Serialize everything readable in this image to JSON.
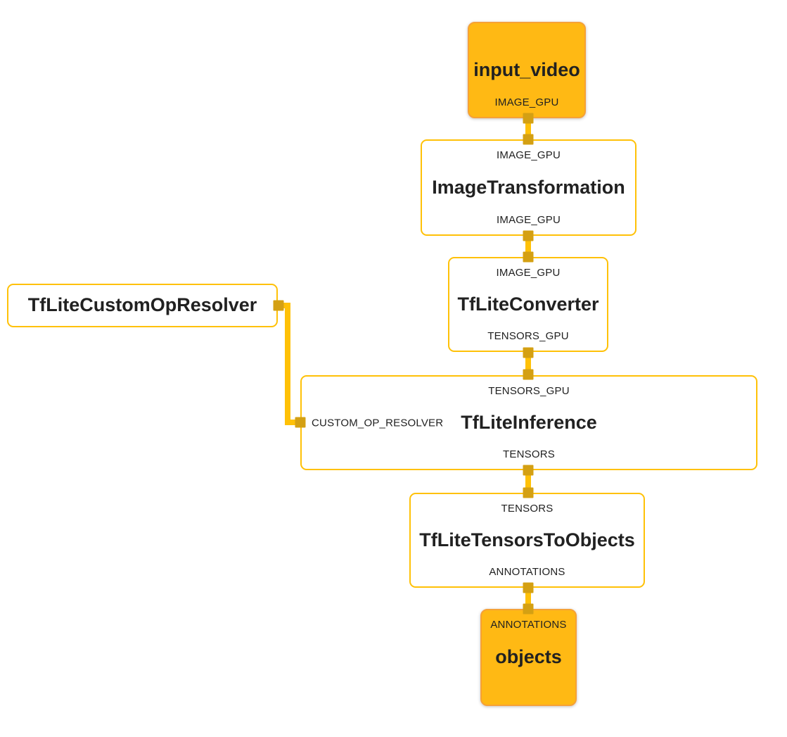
{
  "colors": {
    "edge": "#FFC107",
    "port": "#D4A013",
    "node_border": "#FFC107",
    "stream_node_fill": "#FFB914",
    "stream_node_border": "#F6A136",
    "text": "#212121",
    "background": "#FFFFFF"
  },
  "nodes": {
    "input_video": {
      "type": "input-stream",
      "title": "input_video",
      "output_label": "IMAGE_GPU"
    },
    "image_transformation": {
      "type": "calculator",
      "input_label": "IMAGE_GPU",
      "title": "ImageTransformation",
      "output_label": "IMAGE_GPU"
    },
    "tflite_converter": {
      "type": "calculator",
      "input_label": "IMAGE_GPU",
      "title": "TfLiteConverter",
      "output_label": "TENSORS_GPU"
    },
    "tflite_custom_op_resolver": {
      "type": "calculator",
      "title": "TfLiteCustomOpResolver"
    },
    "tflite_inference": {
      "type": "calculator",
      "input_label": "TENSORS_GPU",
      "side_input_label": "CUSTOM_OP_RESOLVER",
      "title": "TfLiteInference",
      "output_label": "TENSORS"
    },
    "tflite_tensors_to_objects": {
      "type": "calculator",
      "input_label": "TENSORS",
      "title": "TfLiteTensorsToObjects",
      "output_label": "ANNOTATIONS"
    },
    "objects": {
      "type": "output-stream",
      "input_label": "ANNOTATIONS",
      "title": "objects"
    }
  },
  "edges": [
    {
      "from": "input_video",
      "to": "ImageTransformation",
      "stream": "IMAGE_GPU"
    },
    {
      "from": "ImageTransformation",
      "to": "TfLiteConverter",
      "stream": "IMAGE_GPU"
    },
    {
      "from": "TfLiteConverter",
      "to": "TfLiteInference",
      "stream": "TENSORS_GPU"
    },
    {
      "from": "TfLiteCustomOpResolver",
      "to": "TfLiteInference",
      "stream": "CUSTOM_OP_RESOLVER"
    },
    {
      "from": "TfLiteInference",
      "to": "TfLiteTensorsToObjects",
      "stream": "TENSORS"
    },
    {
      "from": "TfLiteTensorsToObjects",
      "to": "objects",
      "stream": "ANNOTATIONS"
    }
  ]
}
